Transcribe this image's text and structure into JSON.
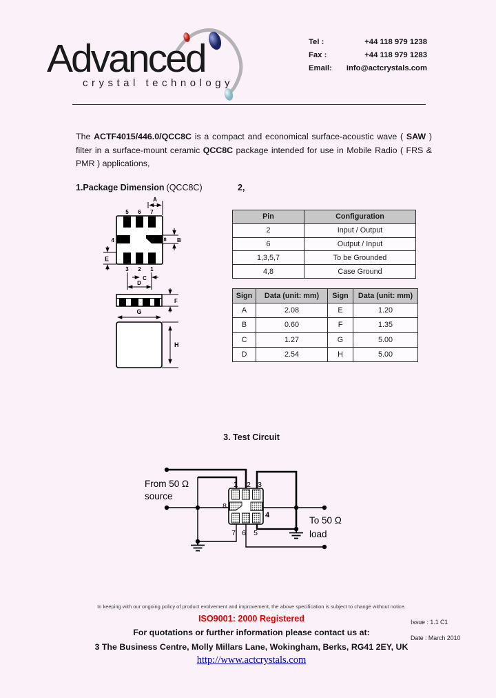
{
  "header": {
    "logo_title": "Advanced",
    "logo_subtitle": "crystal technology",
    "contact": [
      {
        "label": "Tel :",
        "value": "+44 118 979 1238"
      },
      {
        "label": "Fax :",
        "value": "+44 118 979 1283"
      },
      {
        "label": "Email:",
        "value": "info@actcrystals.com"
      }
    ]
  },
  "intro": {
    "segments": [
      {
        "t": "The "
      },
      {
        "t": "ACTF4015/446.0/QCC8C"
      },
      {
        "t": " is a compact and economical surface-acoustic wave ( "
      },
      {
        "t": "SAW"
      },
      {
        "t": " ) filter in a surface-mount ceramic "
      },
      {
        "t": "QCC8C"
      },
      {
        "t": " package intended for use in Mobile Radio ( FRS & PMR ) applications,"
      }
    ]
  },
  "section1": {
    "number_title": "1.Package Dimension",
    "suffix": "(QCC8C)"
  },
  "section2": {
    "title": "2,"
  },
  "section3": {
    "title": "3. Test Circuit"
  },
  "package_drawing": {
    "top_pins": [
      "5",
      "6",
      "7"
    ],
    "bottom_pins": [
      "3",
      "2",
      "1"
    ],
    "left_pin": "4",
    "right_pin": "8",
    "dim_a": "A",
    "dim_b": "B",
    "dim_c": "C",
    "dim_d": "D",
    "dim_e": "E",
    "dim_f": "F",
    "dim_g": "G",
    "dim_h": "H"
  },
  "pin_table": {
    "headers": [
      "Pin",
      "Configuration"
    ],
    "rows": [
      [
        "2",
        "Input / Output"
      ],
      [
        "6",
        "Output / Input"
      ],
      [
        "1,3,5,7",
        "To be Grounded"
      ],
      [
        "4,8",
        "Case Ground"
      ]
    ]
  },
  "sign_table": {
    "headers": [
      "Sign",
      "Data (unit: mm)",
      "Sign",
      "Data (unit: mm)"
    ],
    "rows": [
      [
        "A",
        "2.08",
        "E",
        "1.20"
      ],
      [
        "B",
        "0.60",
        "F",
        "1.35"
      ],
      [
        "C",
        "1.27",
        "G",
        "5.00"
      ],
      [
        "D",
        "2.54",
        "H",
        "5.00"
      ]
    ]
  },
  "test_circuit": {
    "source_line1": "From 50 Ω",
    "source_line2": "source",
    "load_line1": "To 50 Ω",
    "load_line2": "load",
    "top_pins": [
      "1",
      "2",
      "3"
    ],
    "left_pin": "8",
    "right_pin": "4",
    "bottom_pins": [
      "7",
      "6",
      "5"
    ]
  },
  "footer": {
    "disclaimer": "In keeping with our ongoing policy of product evolvement and improvement, the above specification is subject to change without notice.",
    "iso": "ISO9001: 2000 Registered",
    "quote": "For quotations or further information please contact us at:",
    "address": "3 The Business Centre, Molly Millars Lane, Wokingham, Berks, RG41 2EY, UK",
    "url": "http://www.actcrystals.com",
    "issue": "Issue : 1.1 C1",
    "date": "Date : March 2010"
  },
  "colors": {
    "iso_red": "#e60000",
    "link_blue": "#0000bb",
    "table_header_bg": "#c7c7c7",
    "page_bg": "#faf2f8"
  }
}
